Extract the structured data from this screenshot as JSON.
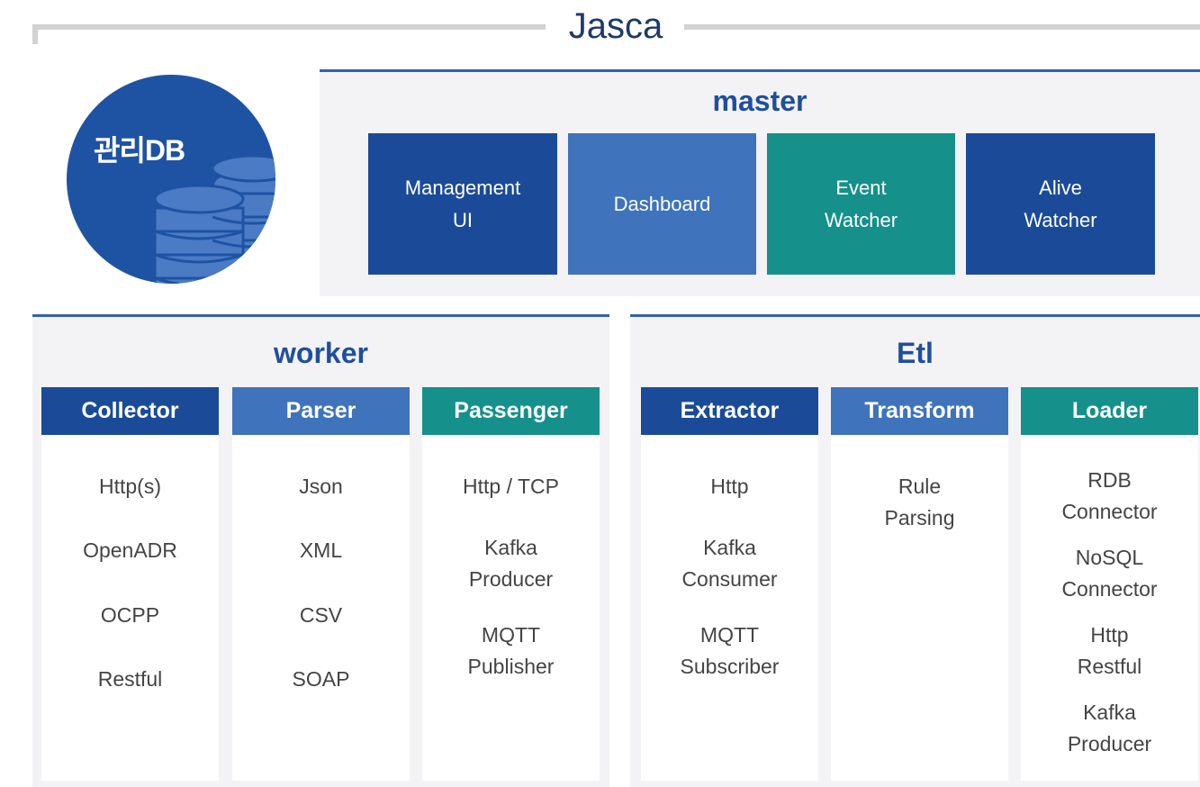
{
  "title": "Jasca",
  "db": {
    "label": "관리DB"
  },
  "master": {
    "title": "master",
    "tiles": [
      {
        "label": "Management\nUI"
      },
      {
        "label": "Dashboard"
      },
      {
        "label": "Event\nWatcher"
      },
      {
        "label": "Alive\nWatcher"
      }
    ]
  },
  "worker": {
    "title": "worker",
    "columns": [
      {
        "header": "Collector",
        "items": [
          "Http(s)",
          "OpenADR",
          "OCPP",
          "Restful"
        ]
      },
      {
        "header": "Parser",
        "items": [
          "Json",
          "XML",
          "CSV",
          "SOAP"
        ]
      },
      {
        "header": "Passenger",
        "items": [
          "Http / TCP",
          "Kafka\nProducer",
          "MQTT\nPublisher"
        ]
      }
    ]
  },
  "etl": {
    "title": "Etl",
    "columns": [
      {
        "header": "Extractor",
        "items": [
          "Http",
          "Kafka\nConsumer",
          "MQTT\nSubscriber"
        ]
      },
      {
        "header": "Transform",
        "items": [
          "Rule\nParsing"
        ]
      },
      {
        "header": "Loader",
        "items": [
          "RDB\nConnector",
          "NoSQL\nConnector",
          "Http\nRestful",
          "Kafka\nProducer"
        ]
      }
    ]
  },
  "colors": {
    "navy": "#1b4b98",
    "blue": "#3f73bb",
    "teal": "#15908b",
    "title": "#1f4f9c"
  }
}
